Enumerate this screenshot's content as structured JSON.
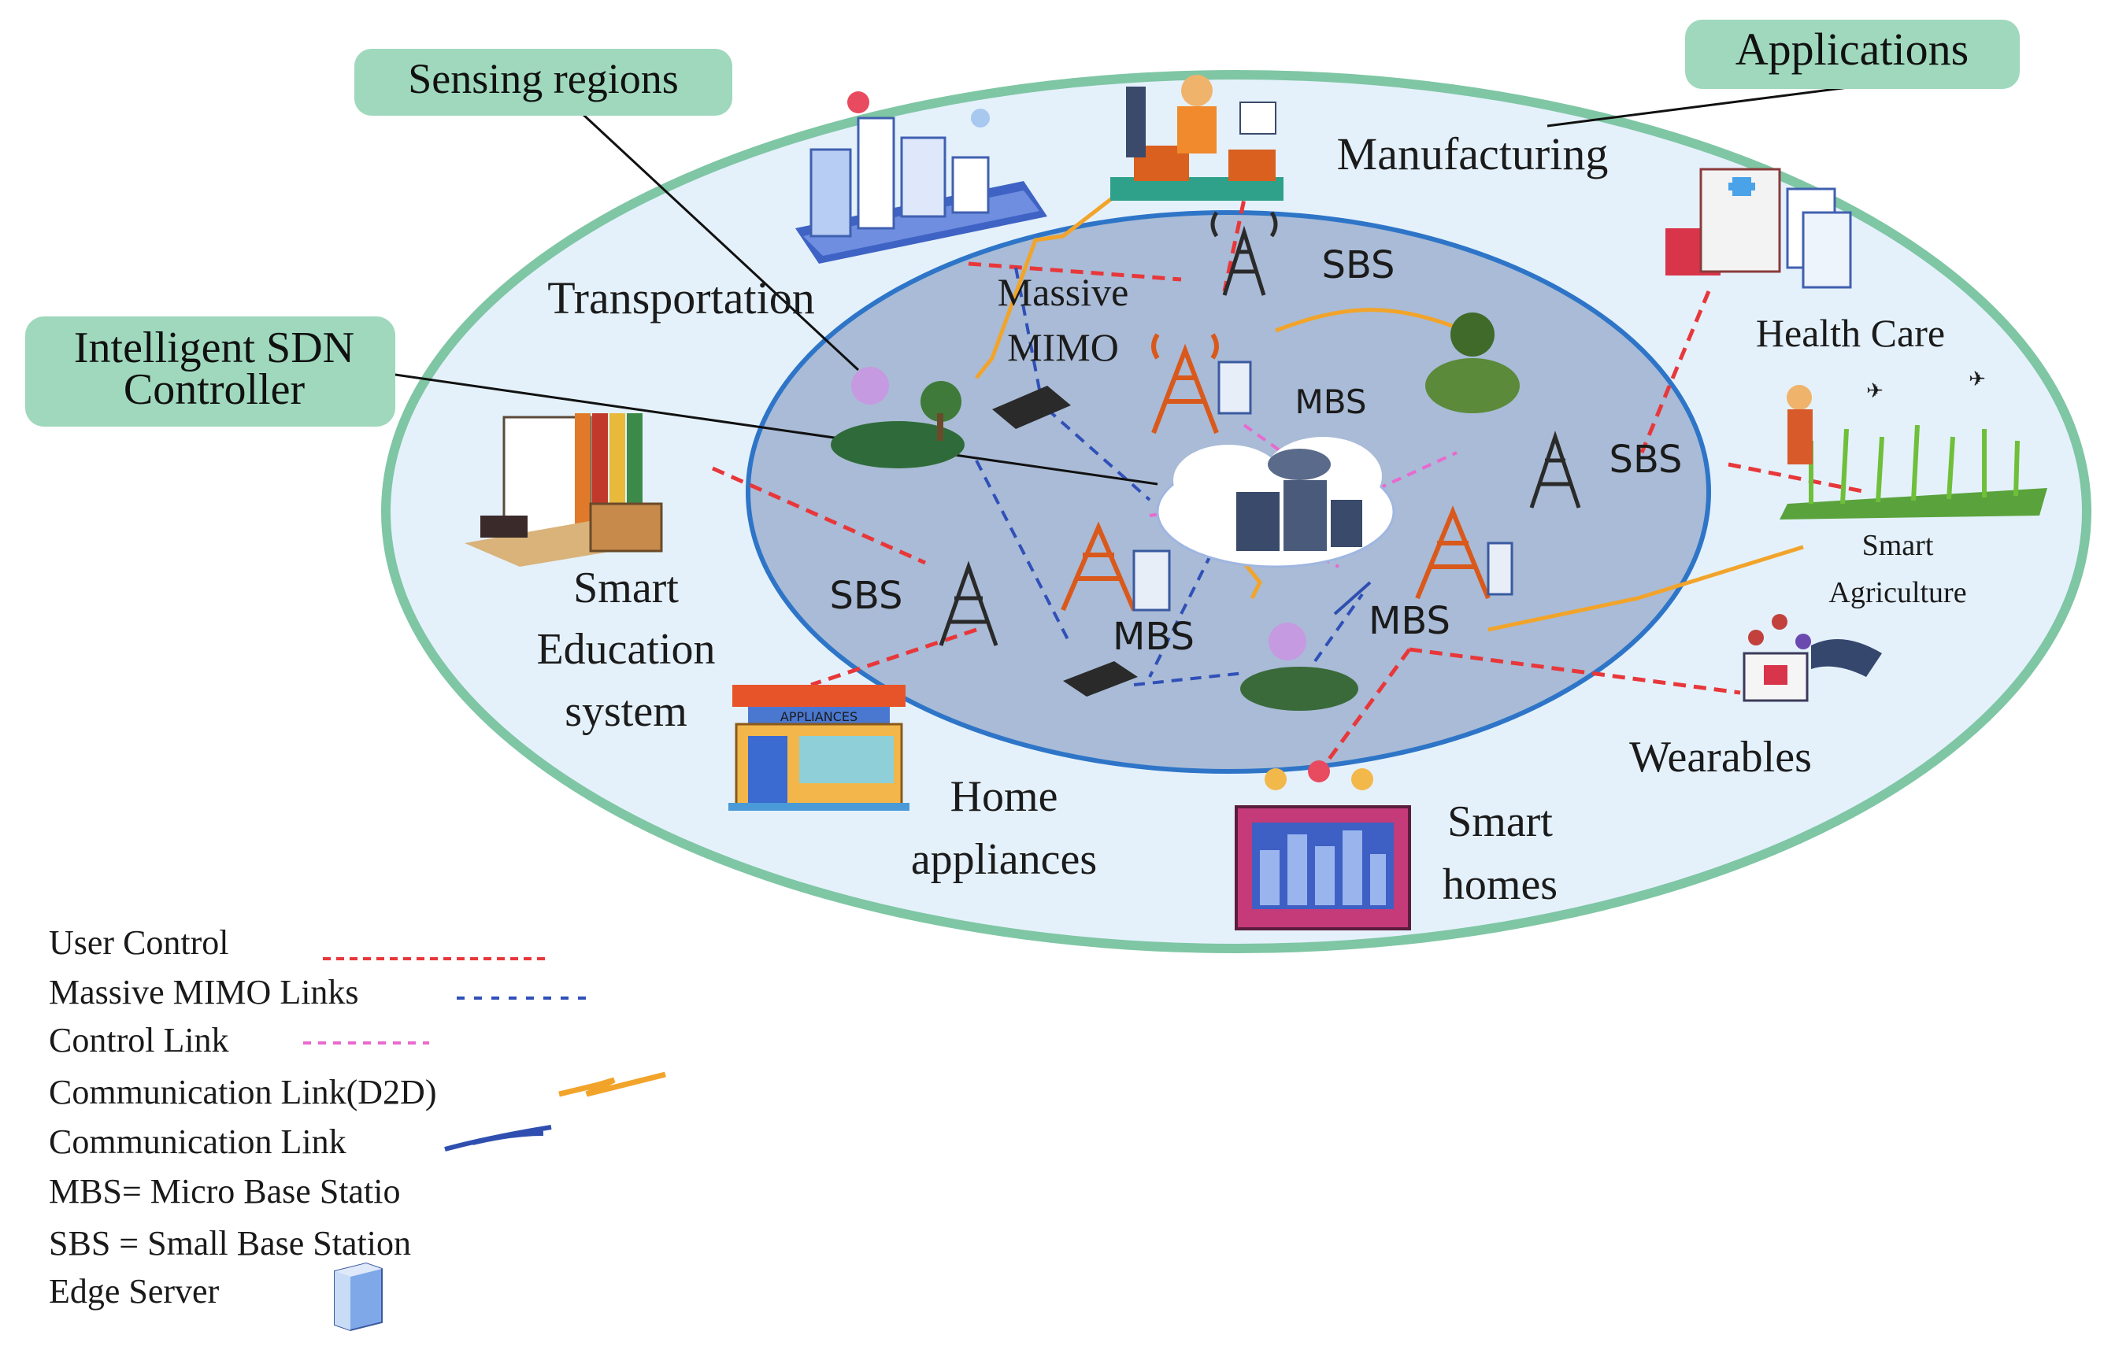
{
  "callouts": {
    "sensing_regions": "Sensing regions",
    "applications": "Applications",
    "sdn_controller_line1": "Intelligent SDN",
    "sdn_controller_line2": "Controller"
  },
  "applications": {
    "manufacturing": "Manufacturing",
    "transportation": "Transportation",
    "health_care": "Health Care",
    "smart_agriculture_line1": "Smart",
    "smart_agriculture_line2": "Agriculture",
    "wearables": "Wearables",
    "smart_homes_line1": "Smart",
    "smart_homes_line2": "homes",
    "home_appliances_line1": "Home",
    "home_appliances_line2": "appliances",
    "smart_education_line1": "Smart",
    "smart_education_line2": "Education",
    "smart_education_line3": "system",
    "appliances_sign": "APPLIANCES"
  },
  "stations": {
    "massive_mimo_line1": "Massive",
    "massive_mimo_line2": "MIMO",
    "sbs": "SBS",
    "mbs": "MBS"
  },
  "legend": {
    "user_control": "User Control",
    "massive_mimo_links": "Massive MIMO Links",
    "control_link": "Control Link",
    "communication_link_d2d": "Communication Link(D2D)",
    "communication_link": "Communication Link",
    "mbs_def": "MBS= Micro Base Statio",
    "sbs_def": "SBS = Small Base Station",
    "edge_server": "Edge Server"
  },
  "colors": {
    "outer_fill": "#e4f1fb",
    "outer_stroke": "#7fc6a4",
    "inner_fill": "#a9bbd6",
    "inner_stroke": "#2e75c8",
    "callout_fill": "#9fd8bd",
    "user_control": "#e8373a",
    "massive_mimo": "#3050b8",
    "control_link": "#e86ad0",
    "d2d_link": "#f2a42a",
    "comm_link": "#2f4fb0",
    "tower": "#d9591c"
  }
}
